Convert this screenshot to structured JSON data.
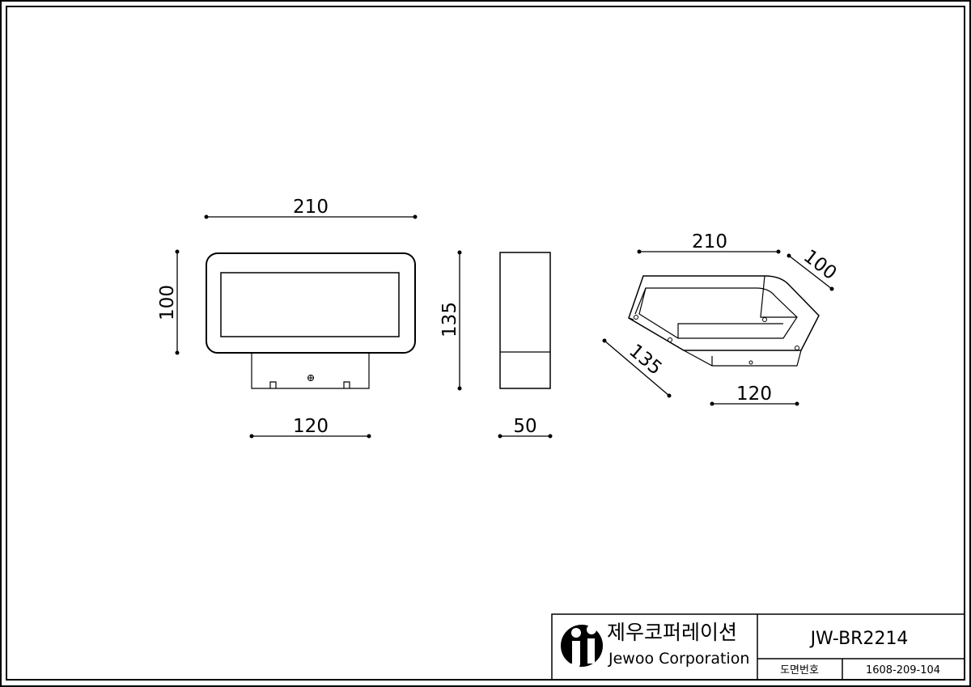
{
  "front_view": {
    "width_label": "210",
    "height_label": "100",
    "base_width_label": "120"
  },
  "side_view": {
    "height_label": "135",
    "depth_label": "50"
  },
  "iso_view": {
    "width_label": "210",
    "depth_label": "100",
    "height_label": "135",
    "base_width_label": "120"
  },
  "title_block": {
    "company_korean": "제우코퍼레이션",
    "company_english": "Jewoo Corporation",
    "model_number": "JW-BR2214",
    "drawing_number_label": "도면번호",
    "drawing_number": "1608-209-104"
  }
}
